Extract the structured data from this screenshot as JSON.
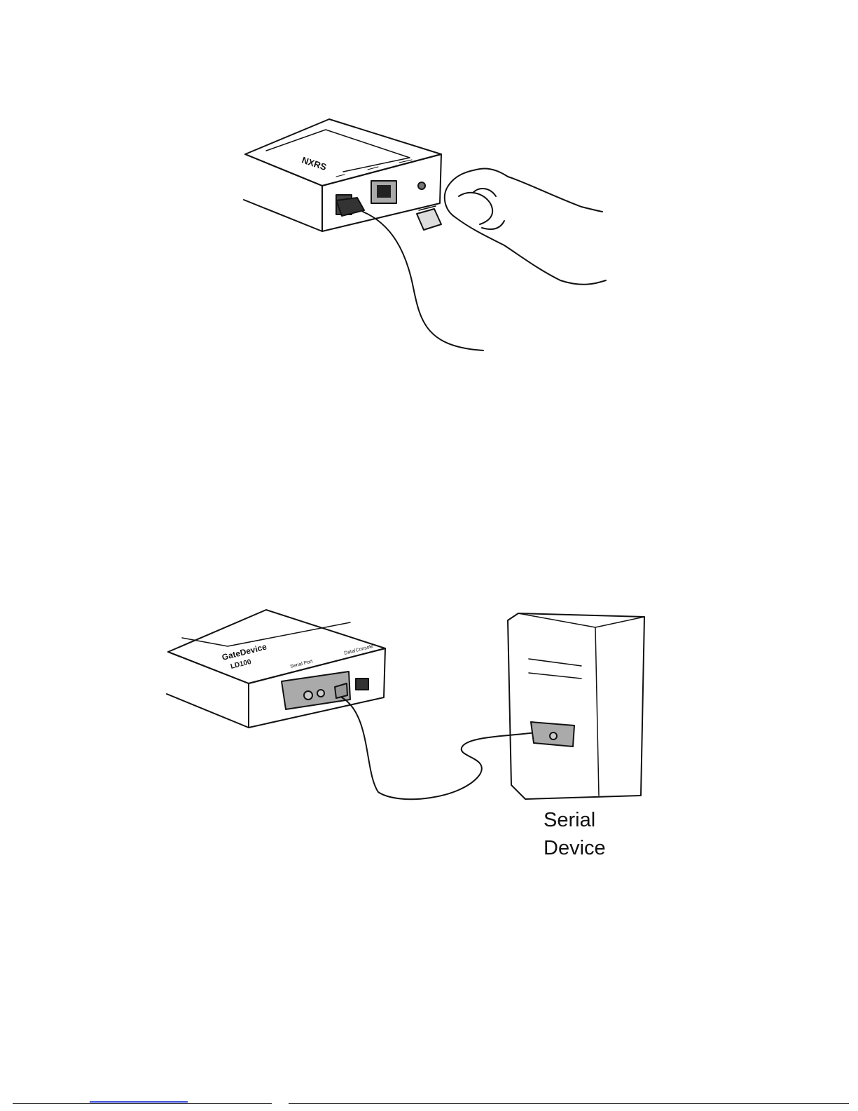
{
  "top_figure": {
    "device_logo": "NXRS"
  },
  "bottom_figure": {
    "device_logo_line1": "GateDevice",
    "device_logo_line2": "LD100",
    "port_label": "Serial Port",
    "switch_label": "Data/Console"
  },
  "caption": {
    "line1": "Serial",
    "line2": "Device"
  }
}
